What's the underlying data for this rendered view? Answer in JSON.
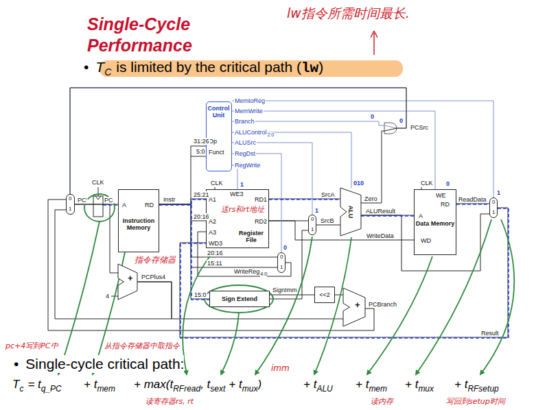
{
  "diagram": {
    "title": "Single-Cycle Performance",
    "nodes": [
      {
        "text": [
          "Control Unit",
          "Op",
          "Funct"
        ]
      },
      {
        "text": [
          "0",
          "1"
        ]
      },
      {
        "text": [
          "A",
          "RD",
          "Instruction Memory"
        ]
      },
      {
        "text": [
          "+"
        ]
      },
      {
        "text": [
          "WE3",
          "A1",
          "RD1",
          "A2",
          "RD2",
          "A3",
          "WD3",
          "Register File"
        ]
      },
      {
        "text": [
          "0",
          "1"
        ]
      },
      {
        "text": [
          "Sign Extend"
        ]
      },
      {
        "text": [
          "0",
          "1"
        ]
      },
      {
        "text": [
          "ALU"
        ]
      },
      {
        "text": [
          "<<2"
        ]
      },
      {
        "text": [
          "+"
        ]
      },
      {
        "text": [
          "WE",
          "A",
          "RD",
          "Data Memory",
          "WD"
        ]
      },
      {
        "text": [
          "0",
          "1"
        ]
      }
    ],
    "edges": [
      {
        "from": 2,
        "to": 4,
        "arrow": "none"
      },
      {
        "from": 2,
        "to": 0,
        "arrow": "none"
      },
      {
        "from": 2,
        "to": 5,
        "arrow": "none"
      },
      {
        "from": 2,
        "to": 6,
        "arrow": "none"
      },
      {
        "from": 4,
        "to": 8,
        "arrow": "none"
      },
      {
        "from": 4,
        "to": 7,
        "arrow": "none"
      },
      {
        "from": 7,
        "to": 8,
        "arrow": "none"
      },
      {
        "from": 6,
        "to": 7,
        "arrow": "none"
      },
      {
        "from": 6,
        "to": 9,
        "arrow": "none"
      },
      {
        "from": 9,
        "to": 10,
        "arrow": "none"
      },
      {
        "from": 3,
        "to": 10,
        "arrow": "none"
      },
      {
        "from": 3,
        "to": 1,
        "arrow": "none"
      },
      {
        "from": 10,
        "to": 1,
        "arrow": "none"
      },
      {
        "from": 8,
        "to": 11,
        "arrow": "none"
      },
      {
        "from": 11,
        "to": 12,
        "arrow": "none"
      },
      {
        "from": 8,
        "to": 12,
        "arrow": "none"
      },
      {
        "from": 4,
        "to": 11,
        "arrow": "none"
      },
      {
        "from": 5,
        "to": 4,
        "arrow": "none"
      },
      {
        "from": 12,
        "to": 4,
        "arrow": "none"
      },
      {
        "from": 1,
        "to": 2,
        "arrow": "none"
      },
      {
        "from": 1,
        "to": 3,
        "arrow": "none"
      },
      {
        "from": 0,
        "to": 12,
        "arrow": "none"
      },
      {
        "from": 0,
        "to": 11,
        "arrow": "none"
      },
      {
        "from": 0,
        "to": 8,
        "arrow": "none"
      },
      {
        "from": 0,
        "to": 7,
        "arrow": "none"
      },
      {
        "from": 0,
        "to": 5,
        "arrow": "none"
      },
      {
        "from": 0,
        "to": 4,
        "arrow": "none"
      },
      {
        "from": 0,
        "to": 1,
        "arrow": "none"
      },
      {
        "from": 8,
        "to": 1,
        "arrow": "none"
      }
    ],
    "labels": [
      "lw指令所需时间最长.",
      "•",
      "T",
      "C",
      "is limited by the critical path (",
      "lw",
      ")",
      "CLK",
      "PC'",
      "PC",
      "Instr",
      "31:26",
      "5:0",
      "25:21",
      "20:16",
      "20:16",
      "15:11",
      "15:0",
      "MemtoReg",
      "MemWrite",
      "Branch",
      "ALUControl",
      "2:0",
      "ALUSrc",
      "RegDst",
      "RegWrite",
      "0",
      "0",
      "PCSrc",
      "CLK",
      "1",
      "010",
      "Zero",
      "SrcA",
      "SrcB",
      "1",
      "0",
      "WriteReg",
      "4:0",
      "ALUResult",
      "WriteData",
      "CLK",
      "0",
      "ReadData",
      "1",
      "PCPlus4",
      "4",
      "SignImm",
      "PCBranch",
      "Result",
      "指令存储器",
      "送rs和rt地址",
      "pc+4写到PC中",
      "从指令存储器中取指令",
      "•",
      "Single-cycle critical path:",
      "T",
      "c",
      "= t",
      "q_PC",
      "+ t",
      "mem",
      "+ max(t",
      "RFread",
      ", t",
      "sext",
      "+ t",
      "mux",
      ")",
      "+ t",
      "ALU",
      "+ t",
      "mem",
      "+ t",
      "mux",
      "+ t",
      "RFsetup",
      "读寄存器rs, rt",
      "imm",
      "读内存",
      "写回到setup时间"
    ]
  }
}
